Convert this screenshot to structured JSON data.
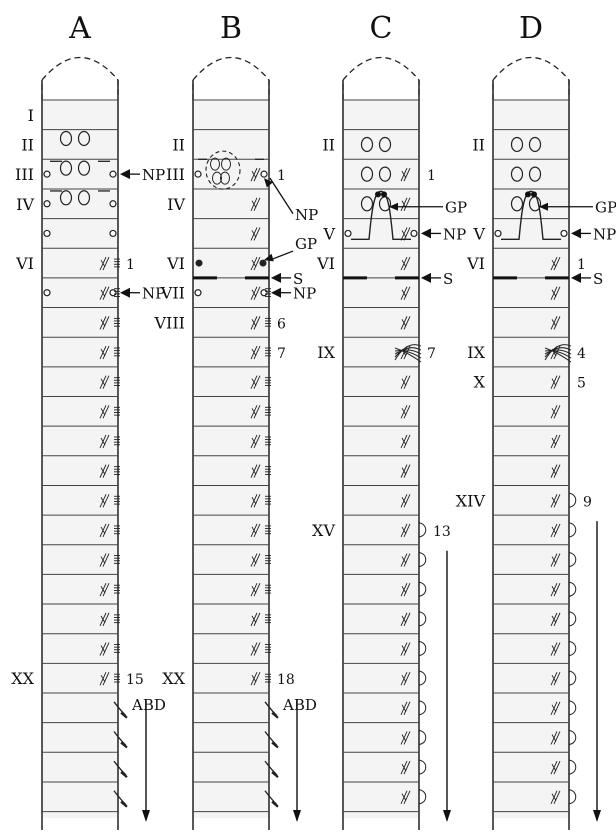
{
  "panels": [
    {
      "label": "A",
      "segments": [
        {
          "seg": 1,
          "numeral": "I"
        },
        {
          "seg": 2,
          "numeral": "II"
        },
        {
          "seg": 3,
          "numeral": "III"
        },
        {
          "seg": 4,
          "numeral": "IV"
        },
        {
          "seg": 6,
          "numeral": "VI"
        },
        {
          "seg": 20,
          "numeral": "XX"
        }
      ],
      "annotations": [
        {
          "seg": 3,
          "type": "pointer",
          "text": "NP"
        },
        {
          "seg": 6,
          "type": "count",
          "text": "1"
        },
        {
          "seg": 7,
          "type": "pointer",
          "text": "NP"
        },
        {
          "seg": 20,
          "type": "count",
          "text": "15"
        },
        {
          "seg": 21,
          "type": "label",
          "text": "ABD"
        }
      ],
      "ovary_rows": [
        2,
        3,
        4
      ],
      "nephropores": [
        3,
        4,
        5,
        7
      ],
      "chaetae_range": [
        6,
        20
      ],
      "gills_range": [],
      "ventral_bundles": [
        21,
        24
      ],
      "arrow_from": 21
    },
    {
      "label": "B",
      "segments": [
        {
          "seg": 2,
          "numeral": "II"
        },
        {
          "seg": 3,
          "numeral": "III"
        },
        {
          "seg": 4,
          "numeral": "IV"
        },
        {
          "seg": 6,
          "numeral": "VI"
        },
        {
          "seg": 7,
          "numeral": "VII"
        },
        {
          "seg": 8,
          "numeral": "VIII"
        },
        {
          "seg": 20,
          "numeral": "XX"
        }
      ],
      "annotations": [
        {
          "seg": 3,
          "type": "count",
          "text": "1"
        },
        {
          "seg": 4,
          "type": "leader",
          "text": "NP"
        },
        {
          "seg": 6,
          "type": "leader",
          "text": "GP"
        },
        {
          "seg": 6,
          "type": "septum",
          "text": "S"
        },
        {
          "seg": 7,
          "type": "pointer",
          "text": "NP"
        },
        {
          "seg": 8,
          "type": "count",
          "text": "6"
        },
        {
          "seg": 9,
          "type": "count",
          "text": "7"
        },
        {
          "seg": 20,
          "type": "count",
          "text": "18"
        },
        {
          "seg": 21,
          "type": "label",
          "text": "ABD"
        }
      ],
      "ovary_rows": [],
      "nephropores": [
        3,
        7
      ],
      "chaetae_range": [
        3,
        20
      ],
      "gills_range": [],
      "ventral_bundles": [
        21,
        24
      ],
      "arrow_from": 21
    },
    {
      "label": "C",
      "segments": [
        {
          "seg": 2,
          "numeral": "II"
        },
        {
          "seg": 5,
          "numeral": "V"
        },
        {
          "seg": 6,
          "numeral": "VI"
        },
        {
          "seg": 9,
          "numeral": "IX"
        },
        {
          "seg": 15,
          "numeral": "XV"
        }
      ],
      "annotations": [
        {
          "seg": 3,
          "type": "count",
          "text": "1"
        },
        {
          "seg": 4,
          "type": "leader",
          "text": "GP"
        },
        {
          "seg": 5,
          "type": "pointer",
          "text": "NP"
        },
        {
          "seg": 6,
          "type": "septum",
          "text": "S"
        },
        {
          "seg": 9,
          "type": "count",
          "text": "7"
        },
        {
          "seg": 15,
          "type": "count",
          "text": "13"
        }
      ],
      "ovary_rows": [
        2,
        3,
        4
      ],
      "nephropores": [
        5
      ],
      "chaetae_range": [
        3,
        24
      ],
      "gills_range": [
        15,
        24
      ],
      "ventral_bundles": [],
      "arrow_from": 16
    },
    {
      "label": "D",
      "segments": [
        {
          "seg": 2,
          "numeral": "II"
        },
        {
          "seg": 5,
          "numeral": "V"
        },
        {
          "seg": 6,
          "numeral": "VI"
        },
        {
          "seg": 9,
          "numeral": "IX"
        },
        {
          "seg": 10,
          "numeral": "X"
        },
        {
          "seg": 14,
          "numeral": "XIV"
        }
      ],
      "annotations": [
        {
          "seg": 4,
          "type": "leader",
          "text": "GP"
        },
        {
          "seg": 5,
          "type": "pointer",
          "text": "NP"
        },
        {
          "seg": 6,
          "type": "count",
          "text": "1"
        },
        {
          "seg": 6,
          "type": "septum",
          "text": "S"
        },
        {
          "seg": 9,
          "type": "count",
          "text": "4"
        },
        {
          "seg": 10,
          "type": "count",
          "text": "5"
        },
        {
          "seg": 14,
          "type": "count",
          "text": "9"
        }
      ],
      "ovary_rows": [
        2,
        3,
        4
      ],
      "nephropores": [
        5
      ],
      "chaetae_range": [
        6,
        24
      ],
      "gills_range": [
        14,
        24
      ],
      "ventral_bundles": [],
      "arrow_from": 15
    }
  ]
}
